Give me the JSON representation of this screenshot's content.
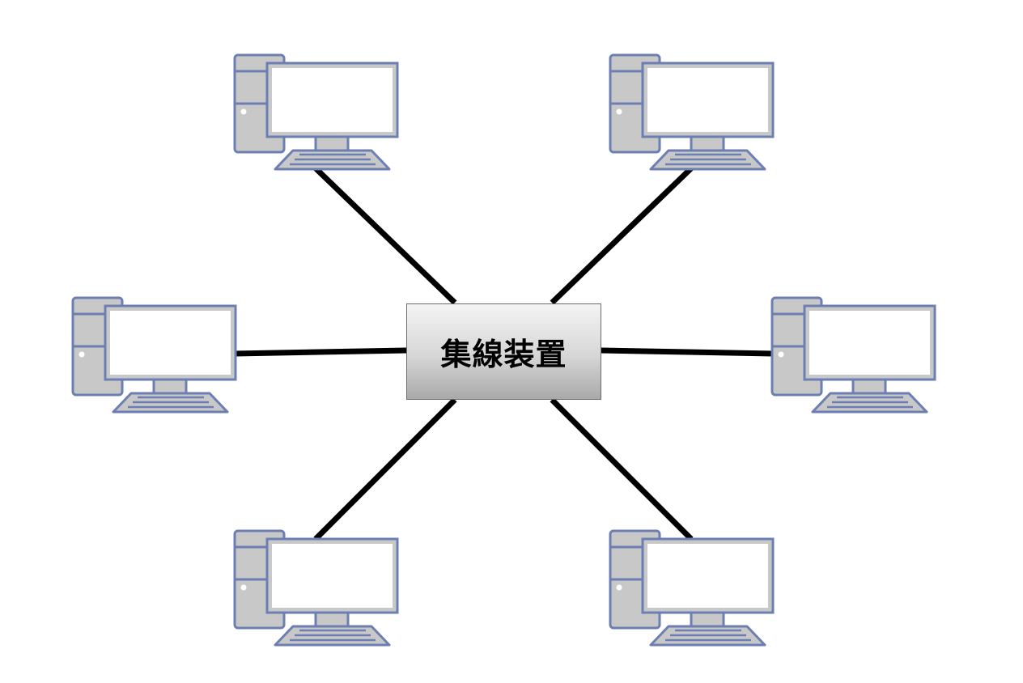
{
  "hub": {
    "label": "集線装置"
  },
  "nodes": [
    {
      "name": "computer-top-left"
    },
    {
      "name": "computer-top-right"
    },
    {
      "name": "computer-middle-left"
    },
    {
      "name": "computer-middle-right"
    },
    {
      "name": "computer-bottom-left"
    },
    {
      "name": "computer-bottom-right"
    }
  ],
  "colors": {
    "outline": "#6d7fb2",
    "fill": "#c8c8c8",
    "screen": "#ffffff",
    "cable": "#000000"
  }
}
